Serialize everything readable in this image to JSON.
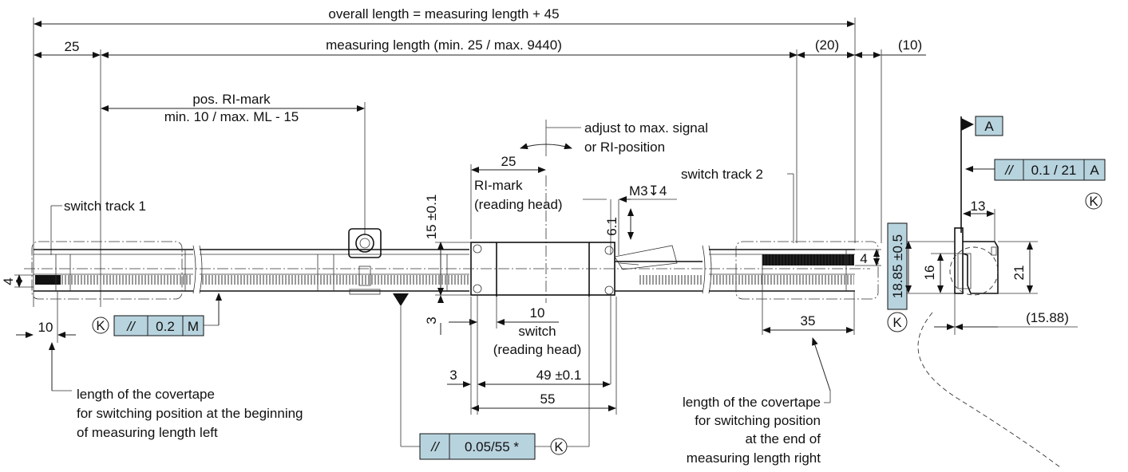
{
  "labels": {
    "overall_length": "overall length = measuring length + 45",
    "measuring_length": "measuring length (min. 25 / max. 9440)",
    "dim_25_left": "25",
    "dim_20": "(20)",
    "dim_10_right": "(10)",
    "pos_ri_mark_1": "pos. RI-mark",
    "pos_ri_mark_2": "min. 10 / max. ML - 15",
    "adjust_1": "adjust to max. signal",
    "adjust_2": "or RI-position",
    "dim_25_head": "25",
    "ri_mark_1": "RI-mark",
    "ri_mark_2": "(reading head)",
    "thread": "M3↧4",
    "switch_track_2": "switch track 2",
    "switch_track_1": "switch track 1",
    "dim_15": "15 ±0.1",
    "dim_6_1": "6.1",
    "dim_4_left": "4",
    "dim_4_right": "4",
    "dim_3_top": "3",
    "dim_10_switch": "10",
    "switch_1": "switch",
    "switch_2": "(reading head)",
    "dim_3_bottom": "3",
    "dim_49": "49 ±0.1",
    "dim_55": "55",
    "dim_10_left": "10",
    "dim_35": "35",
    "dim_18_85": "18.85 ±0.5",
    "dim_16": "16",
    "dim_21": "21",
    "dim_13": "13",
    "dim_15_88": "(15.88)",
    "datum_k": "K",
    "datum_m": "M",
    "datum_a": "A",
    "tol_parallel_symbol": "//",
    "tol_0_2": "0.2",
    "tol_0_1_21": "0.1 / 21",
    "tol_0_05_55": "0.05/55 *",
    "covertape_left_1": "length of the covertape",
    "covertape_left_2": "for switching position at the beginning",
    "covertape_left_3": "of measuring length left",
    "covertape_right_1": "length of the covertape",
    "covertape_right_2": "for switching position",
    "covertape_right_3": "at the end of",
    "covertape_right_4": "measuring length right"
  }
}
